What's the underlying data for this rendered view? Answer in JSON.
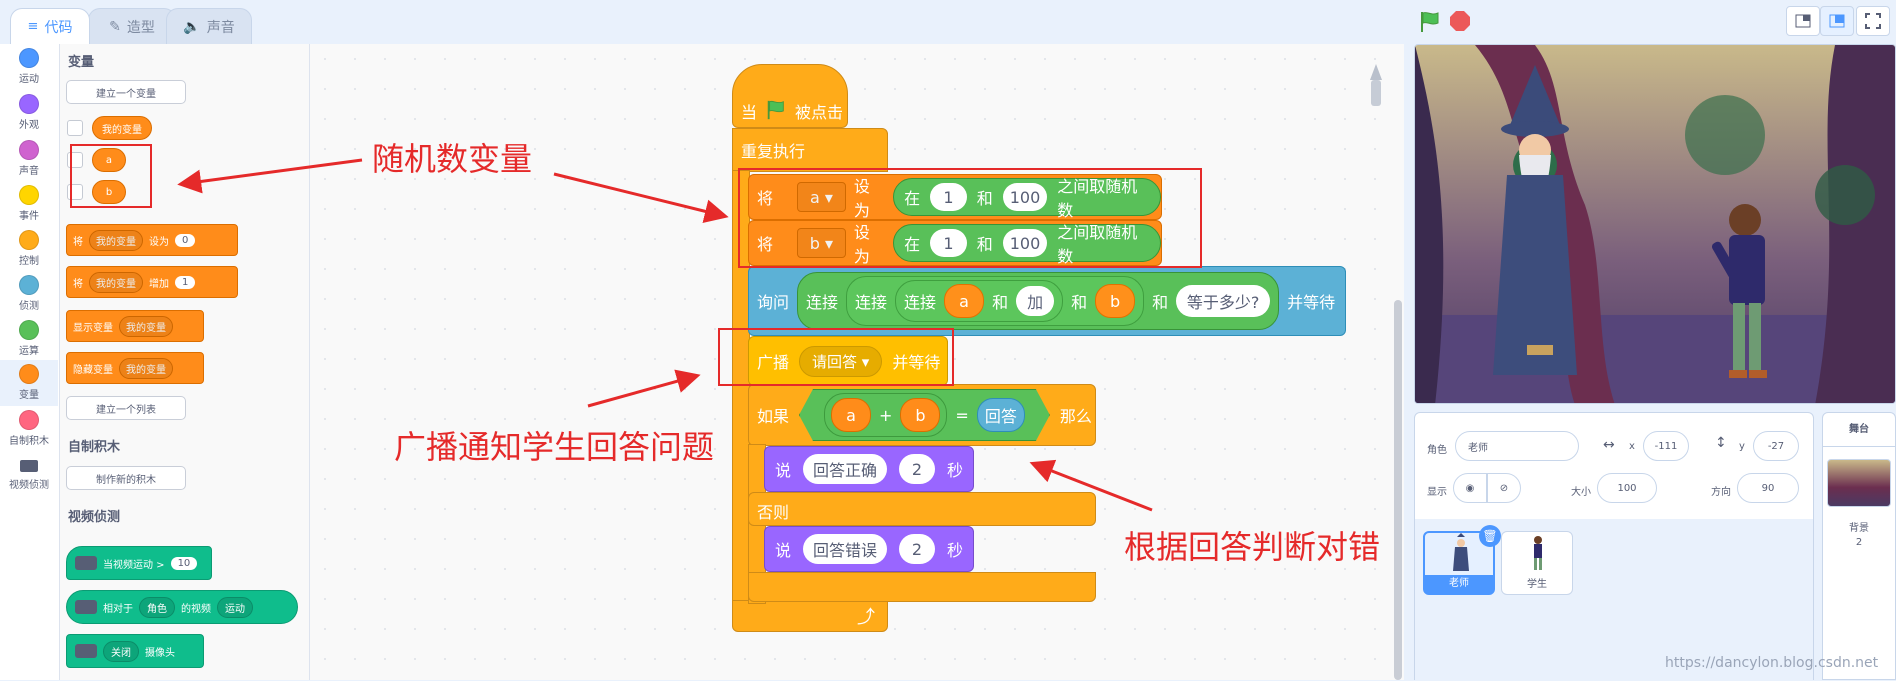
{
  "tabs": [
    {
      "label": "代码",
      "icon": "code-icon"
    },
    {
      "label": "造型",
      "icon": "brush-icon"
    },
    {
      "label": "声音",
      "icon": "speaker-icon"
    }
  ],
  "categories": [
    {
      "label": "运动",
      "color": "#4c97ff"
    },
    {
      "label": "外观",
      "color": "#9966ff"
    },
    {
      "label": "声音",
      "color": "#cf63cf"
    },
    {
      "label": "事件",
      "color": "#ffd500"
    },
    {
      "label": "控制",
      "color": "#ffab19"
    },
    {
      "label": "侦测",
      "color": "#5cb1d6"
    },
    {
      "label": "运算",
      "color": "#59c059"
    },
    {
      "label": "变量",
      "color": "#ff8c1a"
    },
    {
      "label": "自制积木",
      "color": "#ff6680"
    },
    {
      "label": "视频侦测",
      "color": "#0fbd8c"
    }
  ],
  "palette": {
    "section_variables": "变量",
    "create_variable": "建立一个变量",
    "var_my": "我的变量",
    "var_a": "a",
    "var_b": "b",
    "set_label": "将",
    "set_var": "我的变量",
    "set_to": "设为",
    "set_value": "0",
    "change_label": "将",
    "change_var": "我的变量",
    "change_by": "增加",
    "change_value": "1",
    "show_var": "显示变量",
    "show_var_dd": "我的变量",
    "hide_var": "隐藏变量",
    "hide_var_dd": "我的变量",
    "create_list": "建立一个列表",
    "section_myblocks": "自制积木",
    "make_block": "制作新的积木",
    "section_video": "视频侦测",
    "video_motion": "当视频运动 >",
    "video_motion_value": "10",
    "video_relative": "相对于",
    "video_relative_dd": "角色",
    "video_of": "的视频",
    "video_attr_dd": "运动",
    "video_toggle_dd": "关闭",
    "video_camera": "摄像头"
  },
  "script": {
    "hat_when": "当",
    "hat_clicked": "被点击",
    "forever": "重复执行",
    "set1_label": "将",
    "set1_var": "a",
    "set1_to": "设为",
    "set2_label": "将",
    "set2_var": "b",
    "set2_to": "设为",
    "rand_in": "在",
    "rand_and": "和",
    "rand_tail": "之间取随机数",
    "rand_from": "1",
    "rand_to": "100",
    "ask": "询问",
    "join": "连接",
    "join_and": "和",
    "join_var_a": "a",
    "join_plus": "加",
    "join_var_b": "b",
    "join_question": "等于多少?",
    "ask_wait": "并等待",
    "broadcast": "广播",
    "broadcast_msg": "请回答",
    "broadcast_wait": "并等待",
    "if": "如果",
    "then": "那么",
    "else": "否则",
    "op_a": "a",
    "op_plus": "+",
    "op_b": "b",
    "op_eq": "=",
    "answer": "回答",
    "say": "说",
    "say1_text": "回答正确",
    "say1_secs": "2",
    "secs": "秒",
    "say2_text": "回答错误",
    "say2_secs": "2"
  },
  "annotations": {
    "random_var": "随机数变量",
    "broadcast_note": "广播通知学生回答问题",
    "judge_note": "根据回答判断对错"
  },
  "sprite_info": {
    "sprite_label": "角色",
    "sprite_name": "老师",
    "x_label": "x",
    "x_value": "-111",
    "y_label": "y",
    "y_value": "-27",
    "show_label": "显示",
    "size_label": "大小",
    "size_value": "100",
    "dir_label": "方向",
    "dir_value": "90"
  },
  "sprites": [
    {
      "name": "老师",
      "selected": true
    },
    {
      "name": "学生",
      "selected": false
    }
  ],
  "stage_panel": {
    "title": "舞台",
    "backdrop_label": "背景",
    "backdrop_count": "2"
  },
  "watermark": "https://dancylon.blog.csdn.net"
}
